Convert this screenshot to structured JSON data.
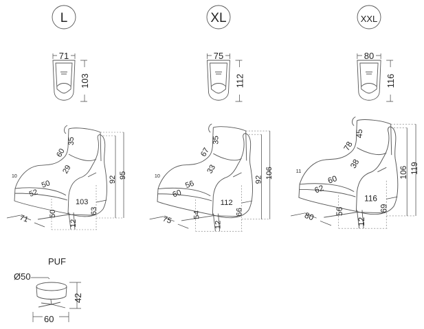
{
  "sizes": [
    {
      "label": "L",
      "top_view": {
        "width": "71",
        "depth": "103"
      },
      "side_view": {
        "headrest": "35",
        "back_diag": "60",
        "back": "29",
        "seat_depth": "50",
        "seat_full": "52",
        "arm": "10",
        "total_depth": "103",
        "arm_height": "63",
        "seat_height": "50",
        "base_height": "12",
        "base": "71",
        "back_height": "92",
        "total_height": "95"
      }
    },
    {
      "label": "XL",
      "top_view": {
        "width": "75",
        "depth": "112"
      },
      "side_view": {
        "headrest": "35",
        "back_diag": "67",
        "back": "33",
        "seat_depth": "56",
        "seat_full": "60",
        "arm": "10",
        "total_depth": "112",
        "arm_height": "66",
        "seat_height": "54",
        "base_height": "12",
        "base": "75",
        "back_height": "92",
        "total_height": "106"
      }
    },
    {
      "label": "XXL",
      "top_view": {
        "width": "80",
        "depth": "116"
      },
      "side_view": {
        "headrest": "45",
        "back_diag": "78",
        "back": "38",
        "seat_depth": "60",
        "seat_full": "62",
        "arm": "11",
        "total_depth": "116",
        "arm_height": "69",
        "seat_height": "56",
        "base_height": "12",
        "base": "80",
        "back_height": "106",
        "total_height": "119"
      }
    }
  ],
  "puf": {
    "title": "PUF",
    "diameter": "Ø50",
    "height": "42",
    "base": "60"
  }
}
